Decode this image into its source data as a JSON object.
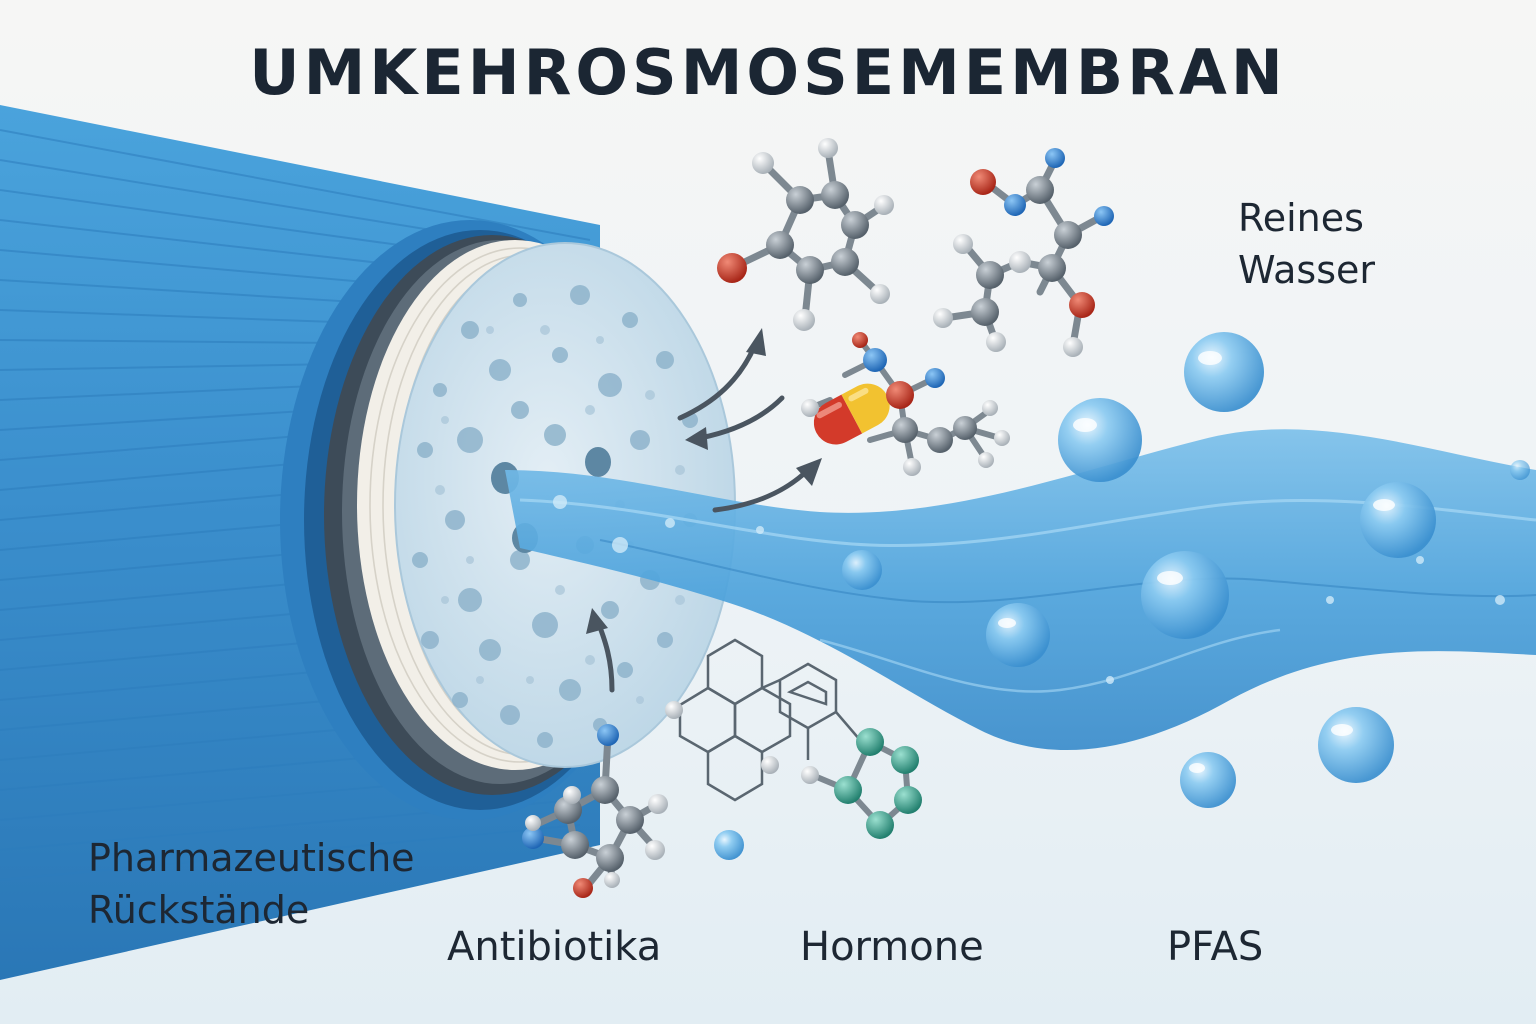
{
  "title": "UMKEHROSMOSEMEMBRAN",
  "labels": {
    "pure_water_line1": "Reines",
    "pure_water_line2": "Wasser",
    "pharma_line1": "Pharmazeutische",
    "pharma_line2": "Rückstände",
    "antibiotics": "Antibiotika",
    "hormones": "Hormone",
    "pfas": "PFAS"
  },
  "colors": {
    "background": "#f3f4f4",
    "tube_blue": "#3a90cf",
    "tube_dark": "#1f6aa5",
    "membrane_layer": "#f5f3ee",
    "membrane_face": "#cfe2ee",
    "water": "#5aa9dd",
    "atom_gray": "#6f7a84",
    "atom_red": "#c8392b",
    "atom_blue": "#2f80d0",
    "atom_teal": "#3aa894",
    "capsule_red": "#d33a2a",
    "capsule_yellow": "#f2c230",
    "text": "#1d2733"
  }
}
